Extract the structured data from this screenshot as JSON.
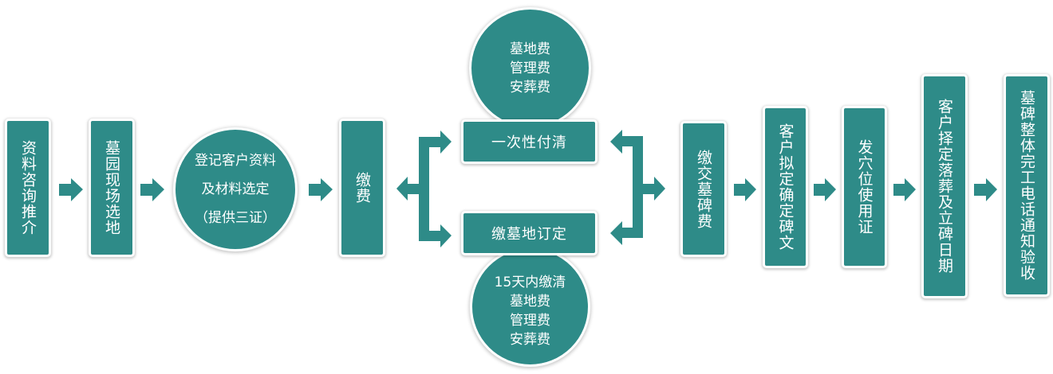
{
  "colors": {
    "node_fill": "#2e8b88",
    "node_border": "#ffffff",
    "arrow": "#2e8b88"
  },
  "steps": [
    {
      "label": "资料咨询推介"
    },
    {
      "label": "墓园现场选地"
    },
    {
      "lines": [
        "登记客户资料",
        "及材料选定",
        "（提供三证）"
      ]
    },
    {
      "label": "缴费"
    },
    {
      "label": "缴交墓碑费"
    },
    {
      "label": "客户拟定确定碑文"
    },
    {
      "label": "发穴位使用证"
    },
    {
      "label": "客户择定落葬及立碑日期"
    },
    {
      "label": "墓碑整体完工电话通知验收"
    }
  ],
  "payment_options": {
    "full": {
      "label": "一次性付清",
      "details": [
        "墓地费",
        "管理费",
        "安葬费"
      ]
    },
    "deposit": {
      "label": "缴墓地订定",
      "details": [
        "15天内缴清",
        "墓地费",
        "管理费",
        "安葬费"
      ]
    }
  }
}
